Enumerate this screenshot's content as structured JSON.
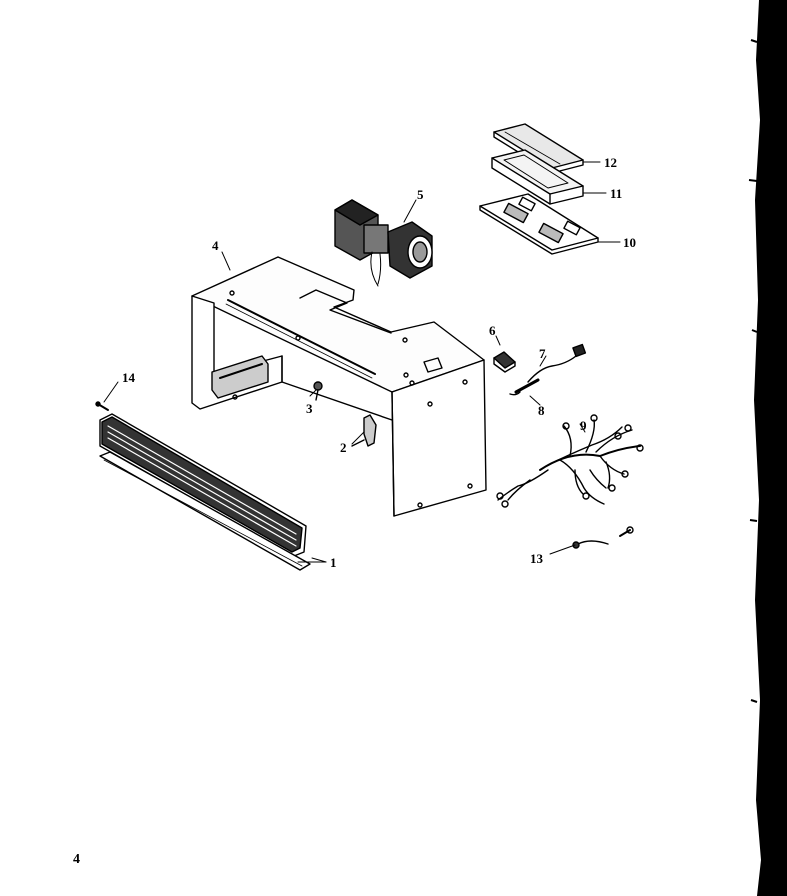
{
  "callouts": {
    "c1": "1",
    "c2": "2",
    "c3": "3",
    "c4": "4",
    "c5": "5",
    "c6": "6",
    "c7": "7",
    "c8": "8",
    "c9": "9",
    "c10": "10",
    "c11": "11",
    "c12": "12",
    "c13": "13",
    "c14": "14"
  },
  "page_number": "4",
  "colors": {
    "ink": "#000000",
    "paper": "#ffffff"
  }
}
